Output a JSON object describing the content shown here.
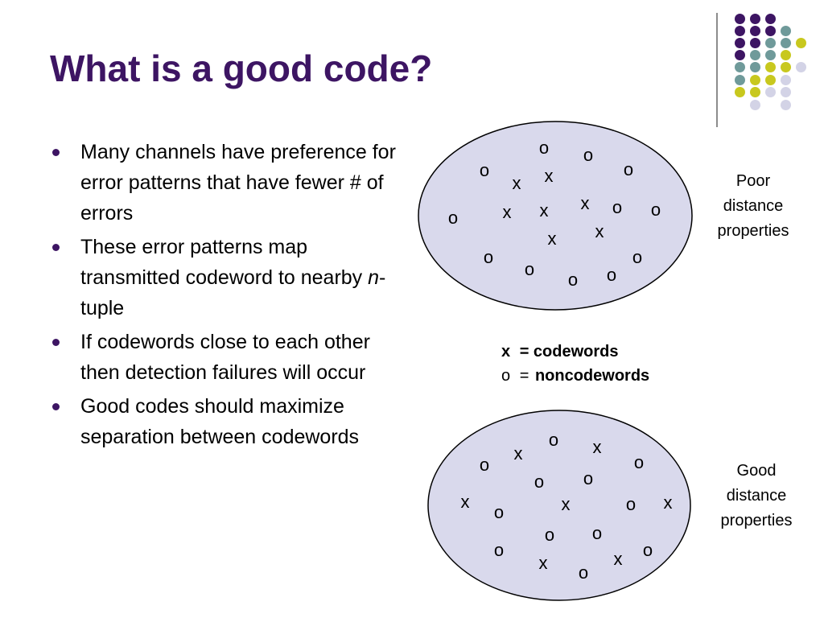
{
  "slide": {
    "title": "What is a good code?"
  },
  "bullets": {
    "b1": "Many channels have preference for error patterns that have fewer # of errors",
    "b2_part1": "These error patterns map transmitted codeword to nearby ",
    "b2_italic": "n",
    "b2_part2": "-tuple",
    "b3": "If codewords close to each other then detection failures will occur",
    "b4": "Good codes should maximize separation between codewords"
  },
  "diagram": {
    "codeword_symbol": "x",
    "noncodeword_symbol": "o",
    "poor_label_1": "Poor",
    "poor_label_2": "distance",
    "poor_label_3": "properties",
    "good_label_1": "Good",
    "good_label_2": "distance",
    "good_label_3": "properties"
  },
  "legend": {
    "x_symbol": "x",
    "x_text": "= codewords",
    "o_symbol": "o",
    "o_eq": "=",
    "o_text": "noncodewords"
  },
  "colors": {
    "title": "#3d1563",
    "ellipse_fill": "#d9d9ec",
    "ellipse_stroke": "#000000",
    "dot_purple": "#3d1563",
    "dot_teal": "#6f9a9a",
    "dot_olive": "#c8c81e",
    "dot_lavender": "#d3d3e6"
  }
}
